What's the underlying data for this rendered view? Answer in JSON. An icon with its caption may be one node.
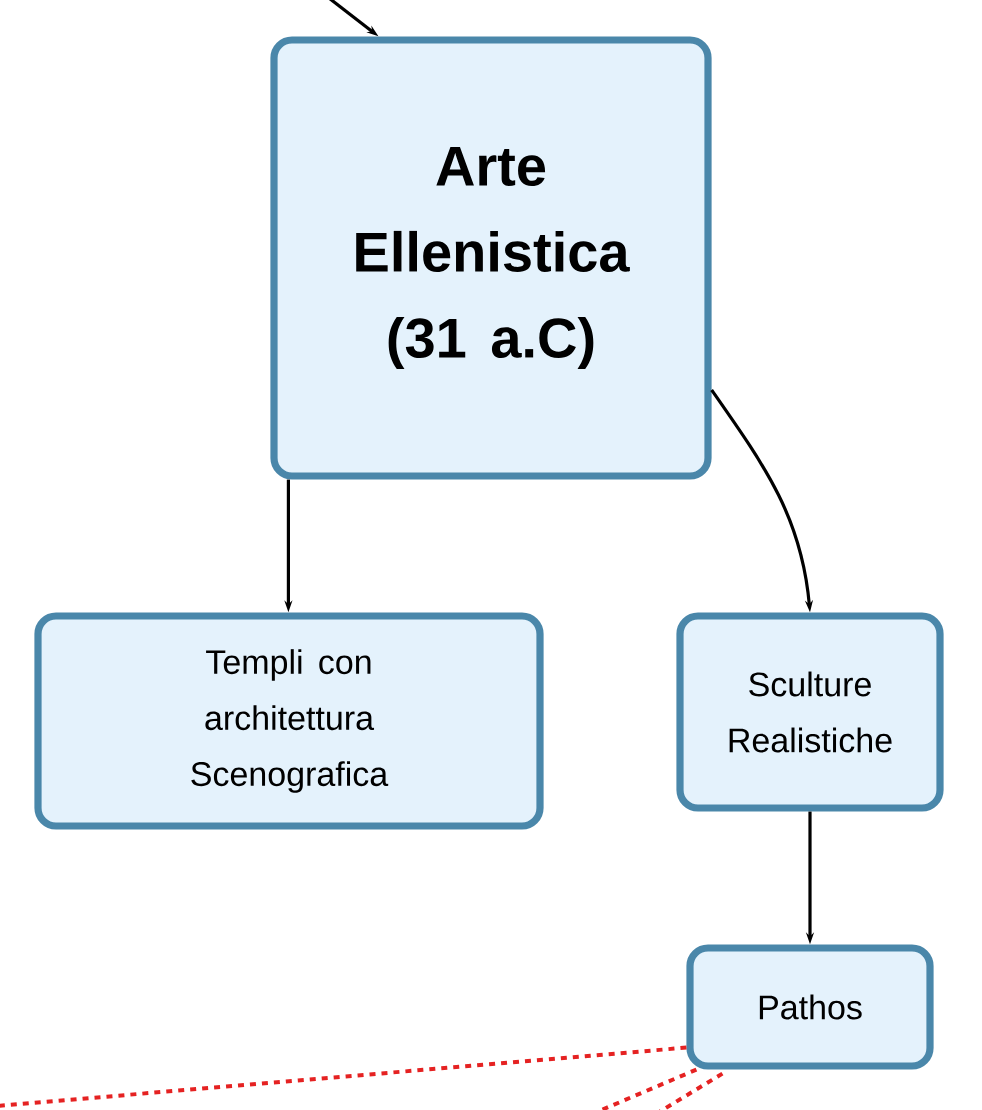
{
  "diagram": {
    "nodes": [
      {
        "text": [
          "Arte Ellenistica (31 a.C)"
        ]
      },
      {
        "text": [
          "Templi con architettura Scenografica"
        ]
      },
      {
        "text": [
          "Sculture Realistiche"
        ]
      },
      {
        "text": [
          "Pathos"
        ]
      }
    ],
    "edges": [
      {
        "from": null,
        "to": 0,
        "arrow": "to"
      },
      {
        "from": 0,
        "to": 1,
        "arrow": "to"
      },
      {
        "from": 0,
        "to": 2,
        "arrow": "to"
      },
      {
        "from": 2,
        "to": 3,
        "arrow": "to"
      },
      {
        "from": 3,
        "to": null,
        "arrow": "none",
        "style": "dashed",
        "color": "#e52222"
      },
      {
        "from": 3,
        "to": null,
        "arrow": "none",
        "style": "dashed",
        "color": "#e52222"
      },
      {
        "from": 3,
        "to": null,
        "arrow": "none",
        "style": "dashed",
        "color": "#e52222"
      }
    ]
  }
}
